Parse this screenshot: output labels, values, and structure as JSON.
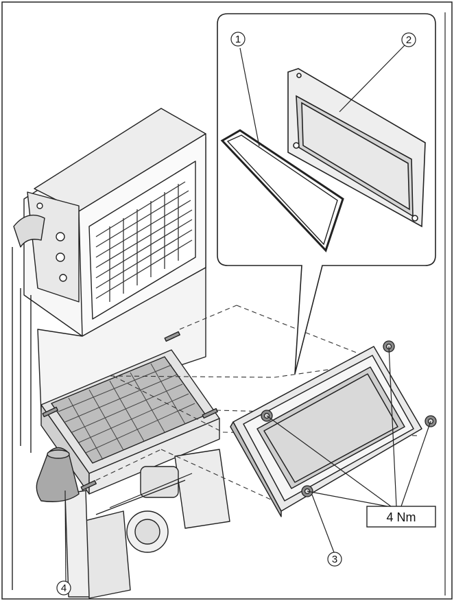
{
  "callouts": [
    {
      "id": "1",
      "label": "1"
    },
    {
      "id": "2",
      "label": "2"
    },
    {
      "id": "3",
      "label": "3"
    },
    {
      "id": "4",
      "label": "4"
    }
  ],
  "torque_label": "4 Nm",
  "colors": {
    "line": "#222222",
    "fill_light": "#f2f2f2",
    "fill_mid": "#d9d9d9",
    "fill_dark": "#9a9a9a"
  }
}
